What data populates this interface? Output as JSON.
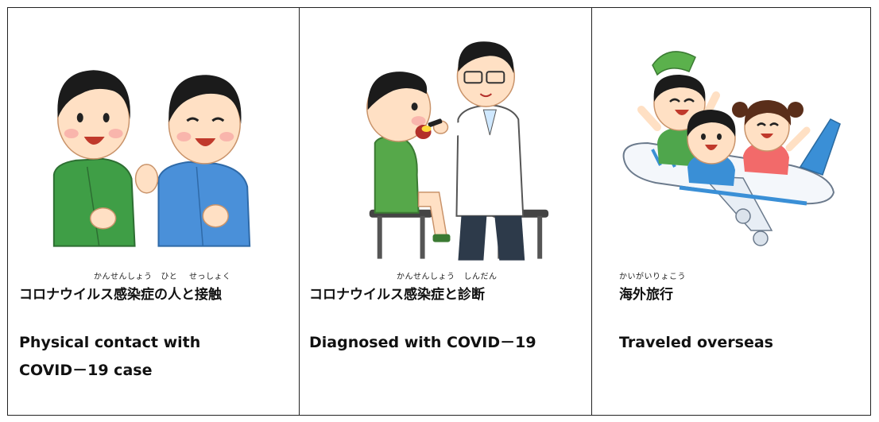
{
  "cards": [
    {
      "image_label": "two-people-talking",
      "ruby": "かんせんしょう   ひと    せっしょく",
      "japanese": "コロナウイルス感染症の人と接触",
      "english_line1": "Physical contact with",
      "english_line2": "COVID－19 case"
    },
    {
      "image_label": "doctor-examining-child",
      "ruby": "かんせんしょう   しんだん",
      "japanese": "コロナウイルス感染症と診断",
      "english_line1": "Diagnosed with COVID－19",
      "english_line2": ""
    },
    {
      "image_label": "children-on-airplane",
      "ruby": "かいがいりょこう",
      "japanese": "海外旅行",
      "english_line1": "Traveled overseas",
      "english_line2": ""
    }
  ]
}
